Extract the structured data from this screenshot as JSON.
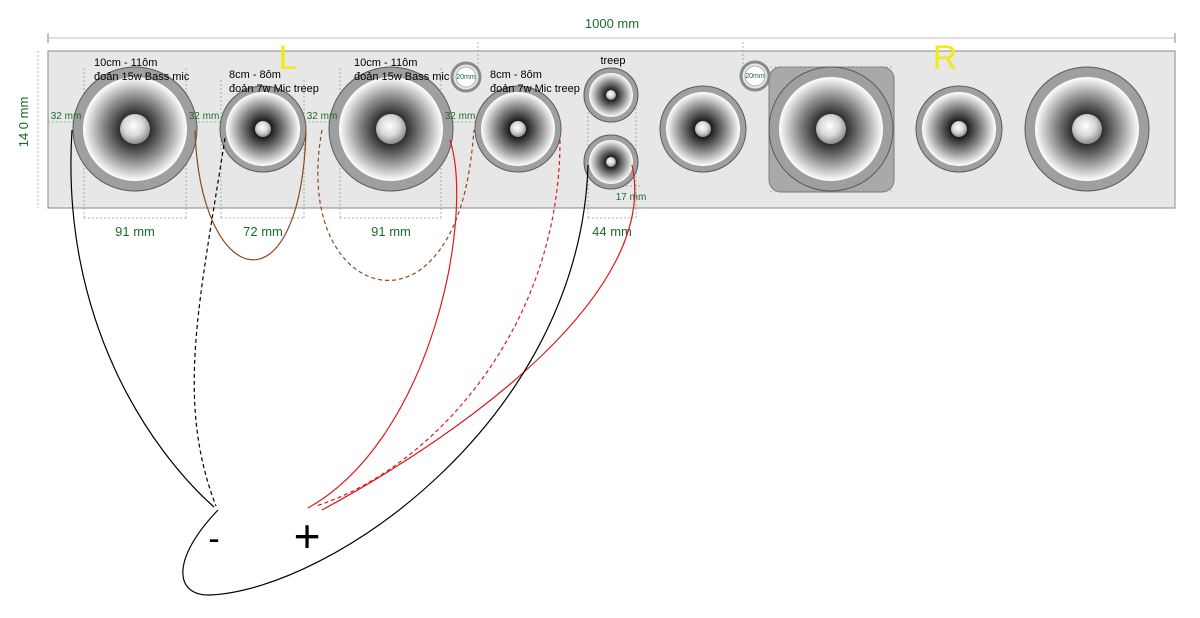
{
  "board": {
    "width_label": "1000 mm",
    "height_label": "14 0 mm",
    "left_label": "L",
    "right_label": "R"
  },
  "spacing_labels": {
    "gap_1": "32 mm",
    "gap_2": "32 mm",
    "gap_3": "32 mm",
    "gap_4": "32 mm",
    "tweeter_gap": "17 mm"
  },
  "width_labels": {
    "bass_1": "91 mm",
    "mid": "72 mm",
    "bass_2": "91 mm",
    "tweeter": "44 mm"
  },
  "port_labels": {
    "port_left": "20mm",
    "port_right": "20mm"
  },
  "speaker_notes": {
    "bass_1_line1": "10cm  - 11ôm",
    "bass_1_line2": "đoản 15w Bass mic",
    "mid_line1": "8cm  - 8ôm",
    "mid_line2": "đoản 7w Mic treep",
    "bass_2_line1": "10cm  - 11ôm",
    "bass_2_line2": "đoản 15w Bass mic",
    "mid_2_line1": "8cm  - 8ôm",
    "mid_2_line2": "đoản 7w Mic treep",
    "tweeter_label": "treep"
  },
  "terminals": {
    "negative": "-",
    "positive": "+"
  },
  "colors": {
    "board_fill": "#e7e7e7",
    "board_stroke": "#8a8a8a",
    "dimension": "#1c6b2e",
    "channel_label": "#f2ea17",
    "wire_negative": "#000000",
    "wire_positive": "#e0171b",
    "wire_link": "#8b4a1c"
  }
}
